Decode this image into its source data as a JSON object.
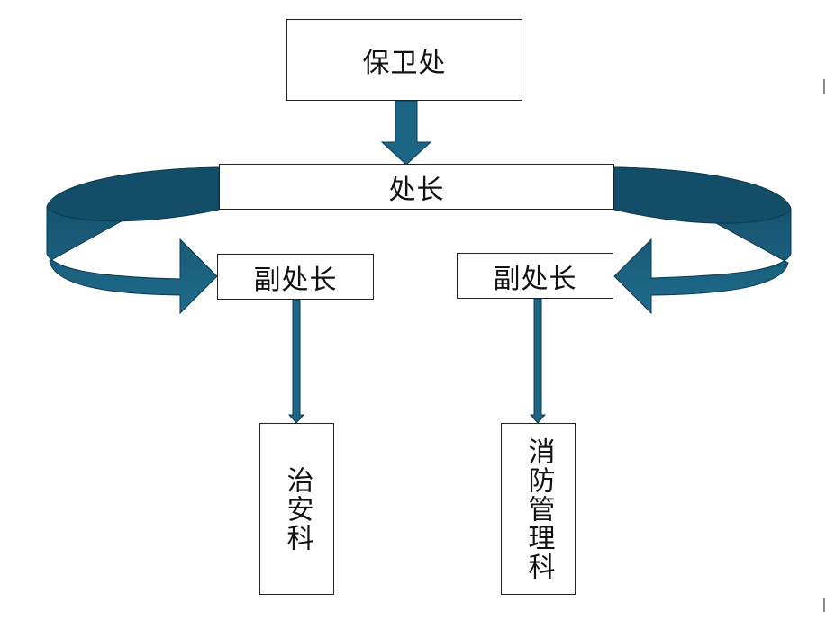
{
  "diagram": {
    "nodes": {
      "security_office": "保卫处",
      "director": "处长",
      "deputy_left": "副处长",
      "deputy_right": "副处长",
      "public_security_section": "治安科",
      "fire_management_section": "消防管理科"
    },
    "edges": [
      {
        "from": "security_office",
        "to": "director"
      },
      {
        "from": "director",
        "to": "deputy_left"
      },
      {
        "from": "director",
        "to": "deputy_right"
      },
      {
        "from": "deputy_left",
        "to": "public_security_section"
      },
      {
        "from": "deputy_right",
        "to": "fire_management_section"
      }
    ],
    "colors": {
      "arrow_fill": "#1d6585",
      "arrow_dark": "#124a63",
      "arrow_stroke": "#0d3a4f",
      "box_border": "#222222"
    }
  }
}
